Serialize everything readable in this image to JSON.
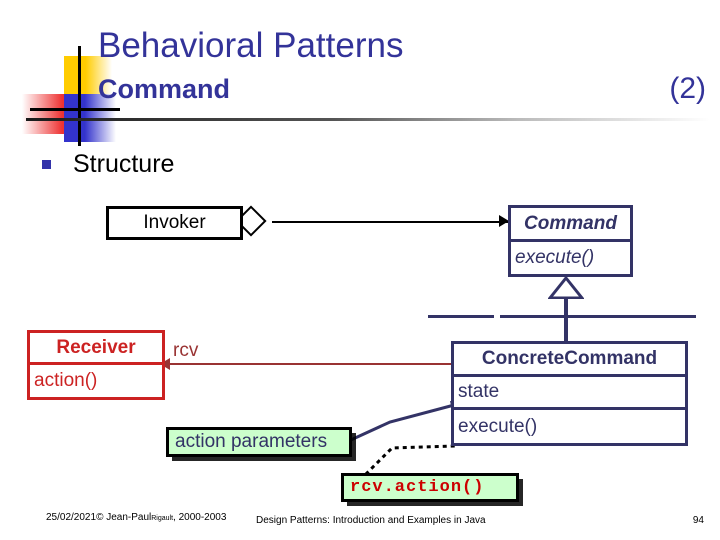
{
  "slide": {
    "title_main": "Behavioral Patterns",
    "title_sub": "Command",
    "title_number": "(2)",
    "bullet": "Structure",
    "accent_navy": "#333366",
    "accent_red": "#cc2222",
    "accent_black": "#000000",
    "note_fill": "#ccffcc"
  },
  "diagram": {
    "invoker": {
      "name": "Invoker"
    },
    "command": {
      "name": "Command",
      "operation": "execute()"
    },
    "receiver": {
      "name": "Receiver",
      "operation": "action()"
    },
    "concrete_command": {
      "name": "ConcreteCommand",
      "attribute": "state",
      "operation": "execute()"
    },
    "role_label": "rcv",
    "note_params": "action parameters",
    "note_body": "rcv.action()"
  },
  "footer": {
    "date": "25/02/2021",
    "copyright": "© Jean-Paul",
    "author_surname": "Rigault",
    "years": ", 2000-2003",
    "center": "Design Patterns: Introduction and Examples in Java",
    "page": "94"
  }
}
